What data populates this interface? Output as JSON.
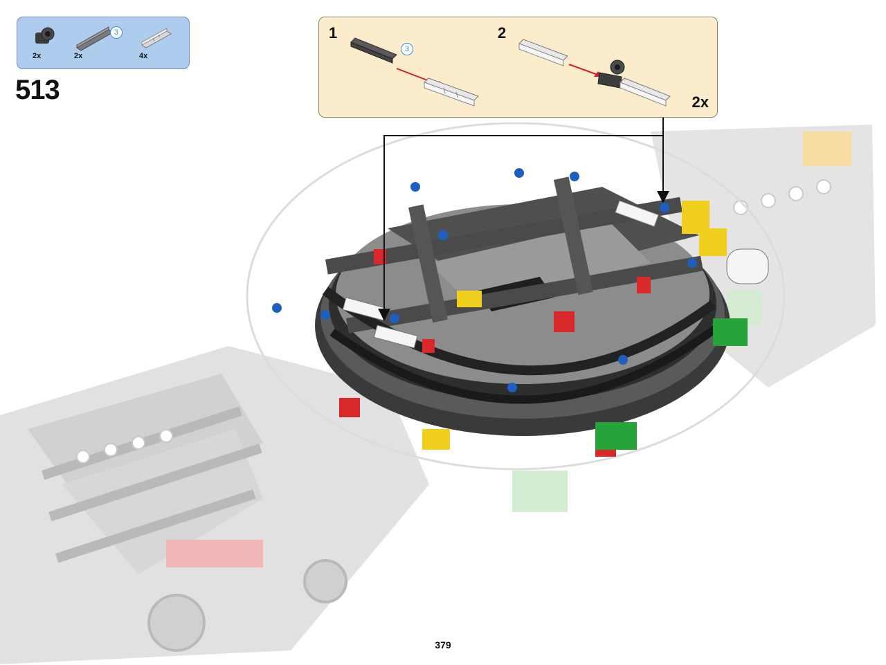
{
  "parts_list": {
    "items": [
      {
        "icon": "pin-connector-icon",
        "count": "2x"
      },
      {
        "icon": "axle-icon",
        "count": "2x",
        "length_badge": "3"
      },
      {
        "icon": "axle-pin-connector-icon",
        "count": "4x"
      }
    ]
  },
  "step": {
    "number": "513"
  },
  "callout": {
    "sub_steps": [
      {
        "number": "1",
        "badge": "3"
      },
      {
        "number": "2"
      }
    ],
    "multiplier": "2x"
  },
  "page": {
    "number": "379"
  },
  "colors": {
    "parts_box_bg": "#aecdee",
    "callout_bg": "#fbeccc",
    "badge_blue": "#3b8fd2",
    "arrow_red": "#d1202a"
  }
}
